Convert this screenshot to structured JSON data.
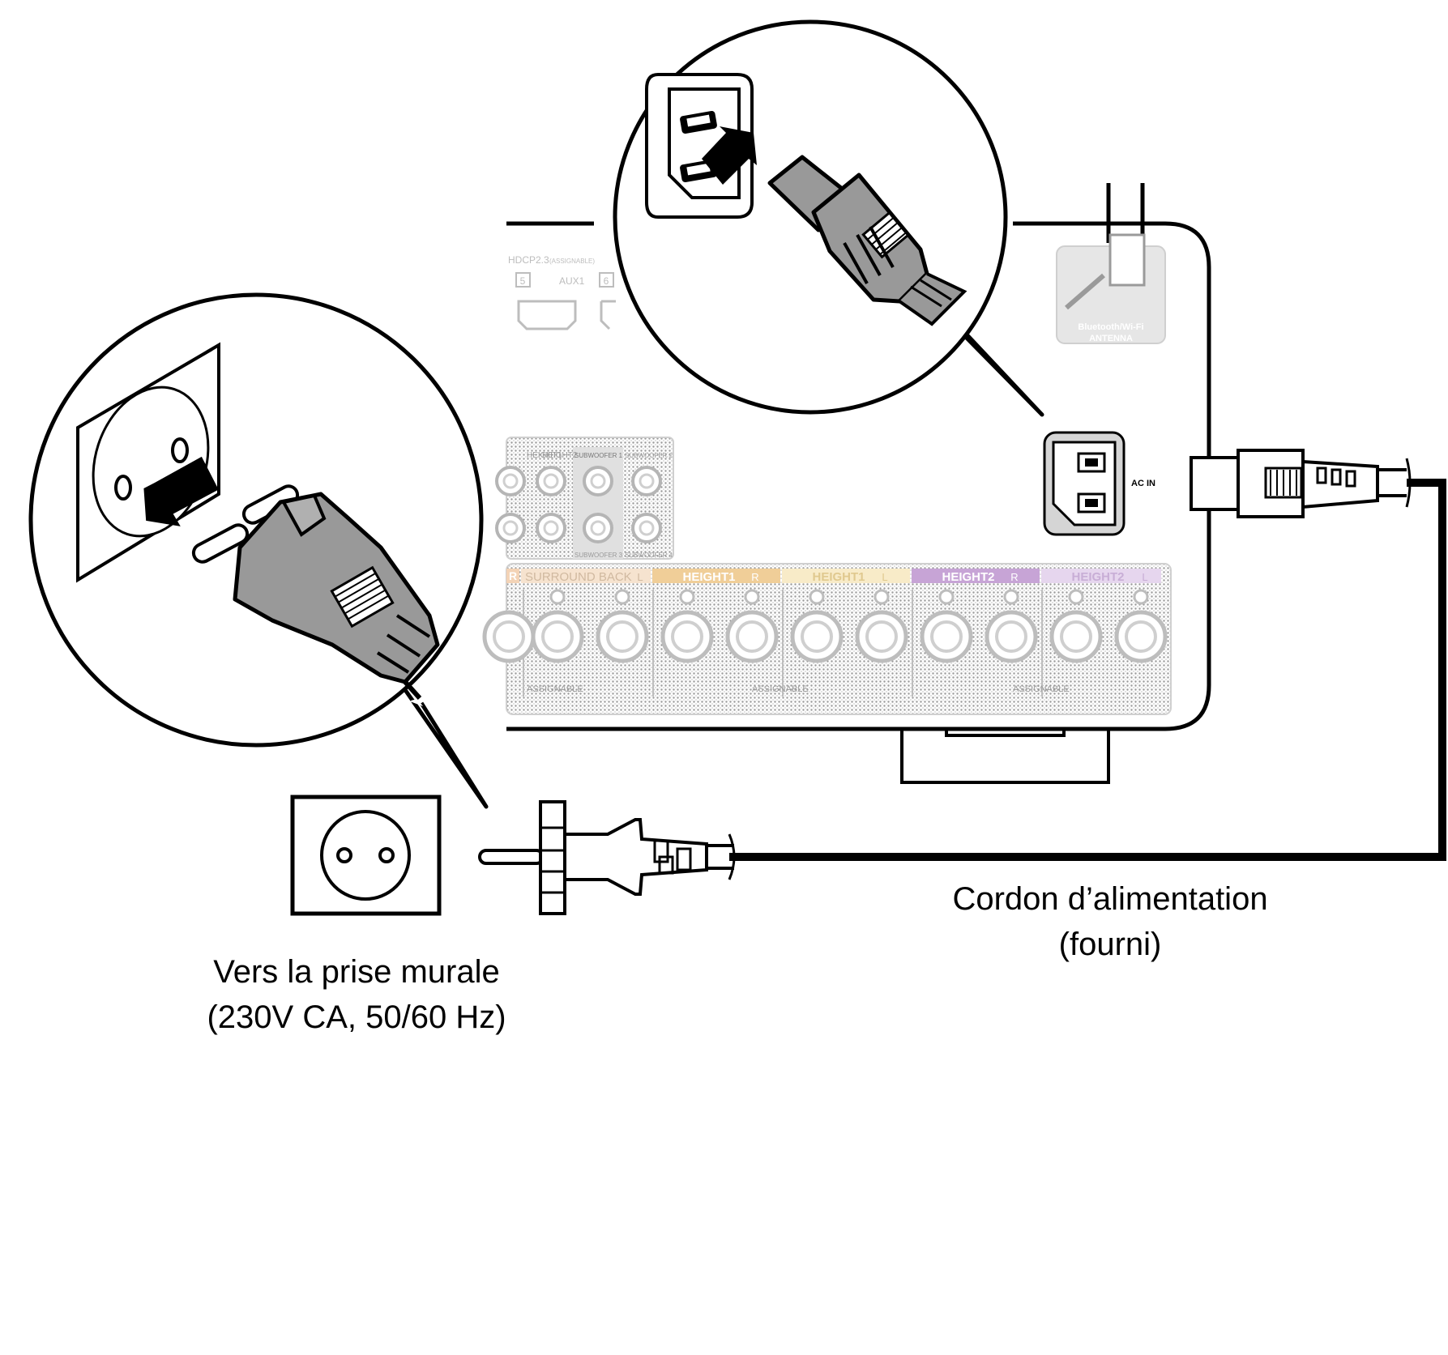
{
  "panel": {
    "hdcp_label": "HDCP2.3",
    "assignable_small": "(ASSIGNABLE)",
    "hdmi_num_5": "5",
    "hdmi_num_6": "6",
    "aux1_label": "AUX1",
    "antenna_label_1": "Bluetooth/Wi-Fi",
    "antenna_label_2": "ANTENNA",
    "ac_in_label": "AC IN",
    "pre_out_labels": [
      "HEIGHT1",
      "HEIGHT2",
      "SUBWOOFER 1",
      "SUBWOOFER 2",
      "SUBWOOFER 3",
      "SUBWOOFER 4"
    ],
    "speaker_labels": [
      {
        "text": "R",
        "color": "#f3d3b6"
      },
      {
        "text": "SURROUND BACK",
        "side": "L",
        "color": "#f6e3cf"
      },
      {
        "text": "HEIGHT1",
        "side": "R",
        "color": "#f0ce98"
      },
      {
        "text": "HEIGHT1",
        "side": "L",
        "color": "#f8ebc8"
      },
      {
        "text": "HEIGHT2",
        "side": "R",
        "color": "#c7a4d6"
      },
      {
        "text": "HEIGHT2",
        "side": "L",
        "color": "#e6d6ee"
      }
    ],
    "assignable_label": "ASSIGNABLE"
  },
  "captions": {
    "outlet_line1": "Vers la prise murale",
    "outlet_line2": "(230V CA, 50/60 Hz)",
    "cord_line1": "Cordon d’alimentation",
    "cord_line2": "(fourni)"
  },
  "colors": {
    "line": "#000000",
    "panel_gray": "#d5d5d5",
    "plug_gray": "#999999",
    "light_gray": "#cfcfcf"
  }
}
